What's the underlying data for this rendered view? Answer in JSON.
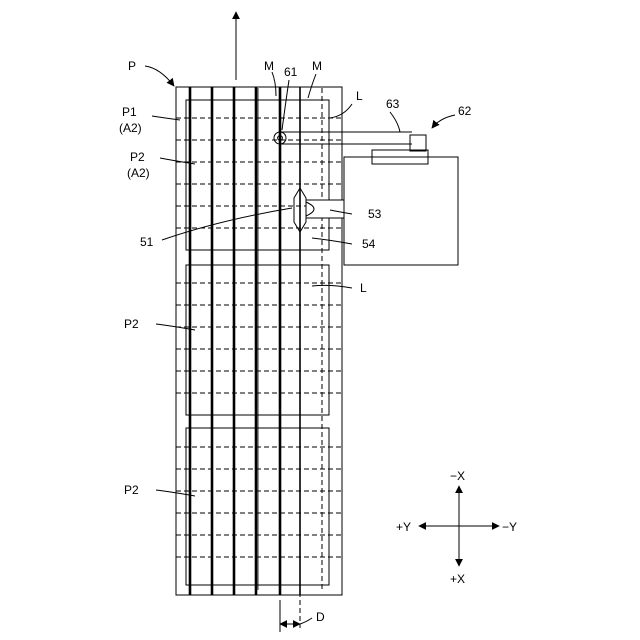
{
  "figure": {
    "labels": {
      "P": "P",
      "P1": "P1",
      "A2_a": "(A2)",
      "P2_a": "P2",
      "A2_b": "(A2)",
      "P2_b": "P2",
      "P2_c": "P2",
      "M_left": "M",
      "M_right": "M",
      "n61": "61",
      "L_top": "L",
      "n63": "63",
      "n62": "62",
      "n53": "53",
      "n51": "51",
      "n54": "54",
      "L_mid": "L",
      "D": "D"
    },
    "axes": {
      "neg_x": "−X",
      "pos_y": "+Y",
      "neg_y": "−Y",
      "pos_x": "+X"
    }
  }
}
